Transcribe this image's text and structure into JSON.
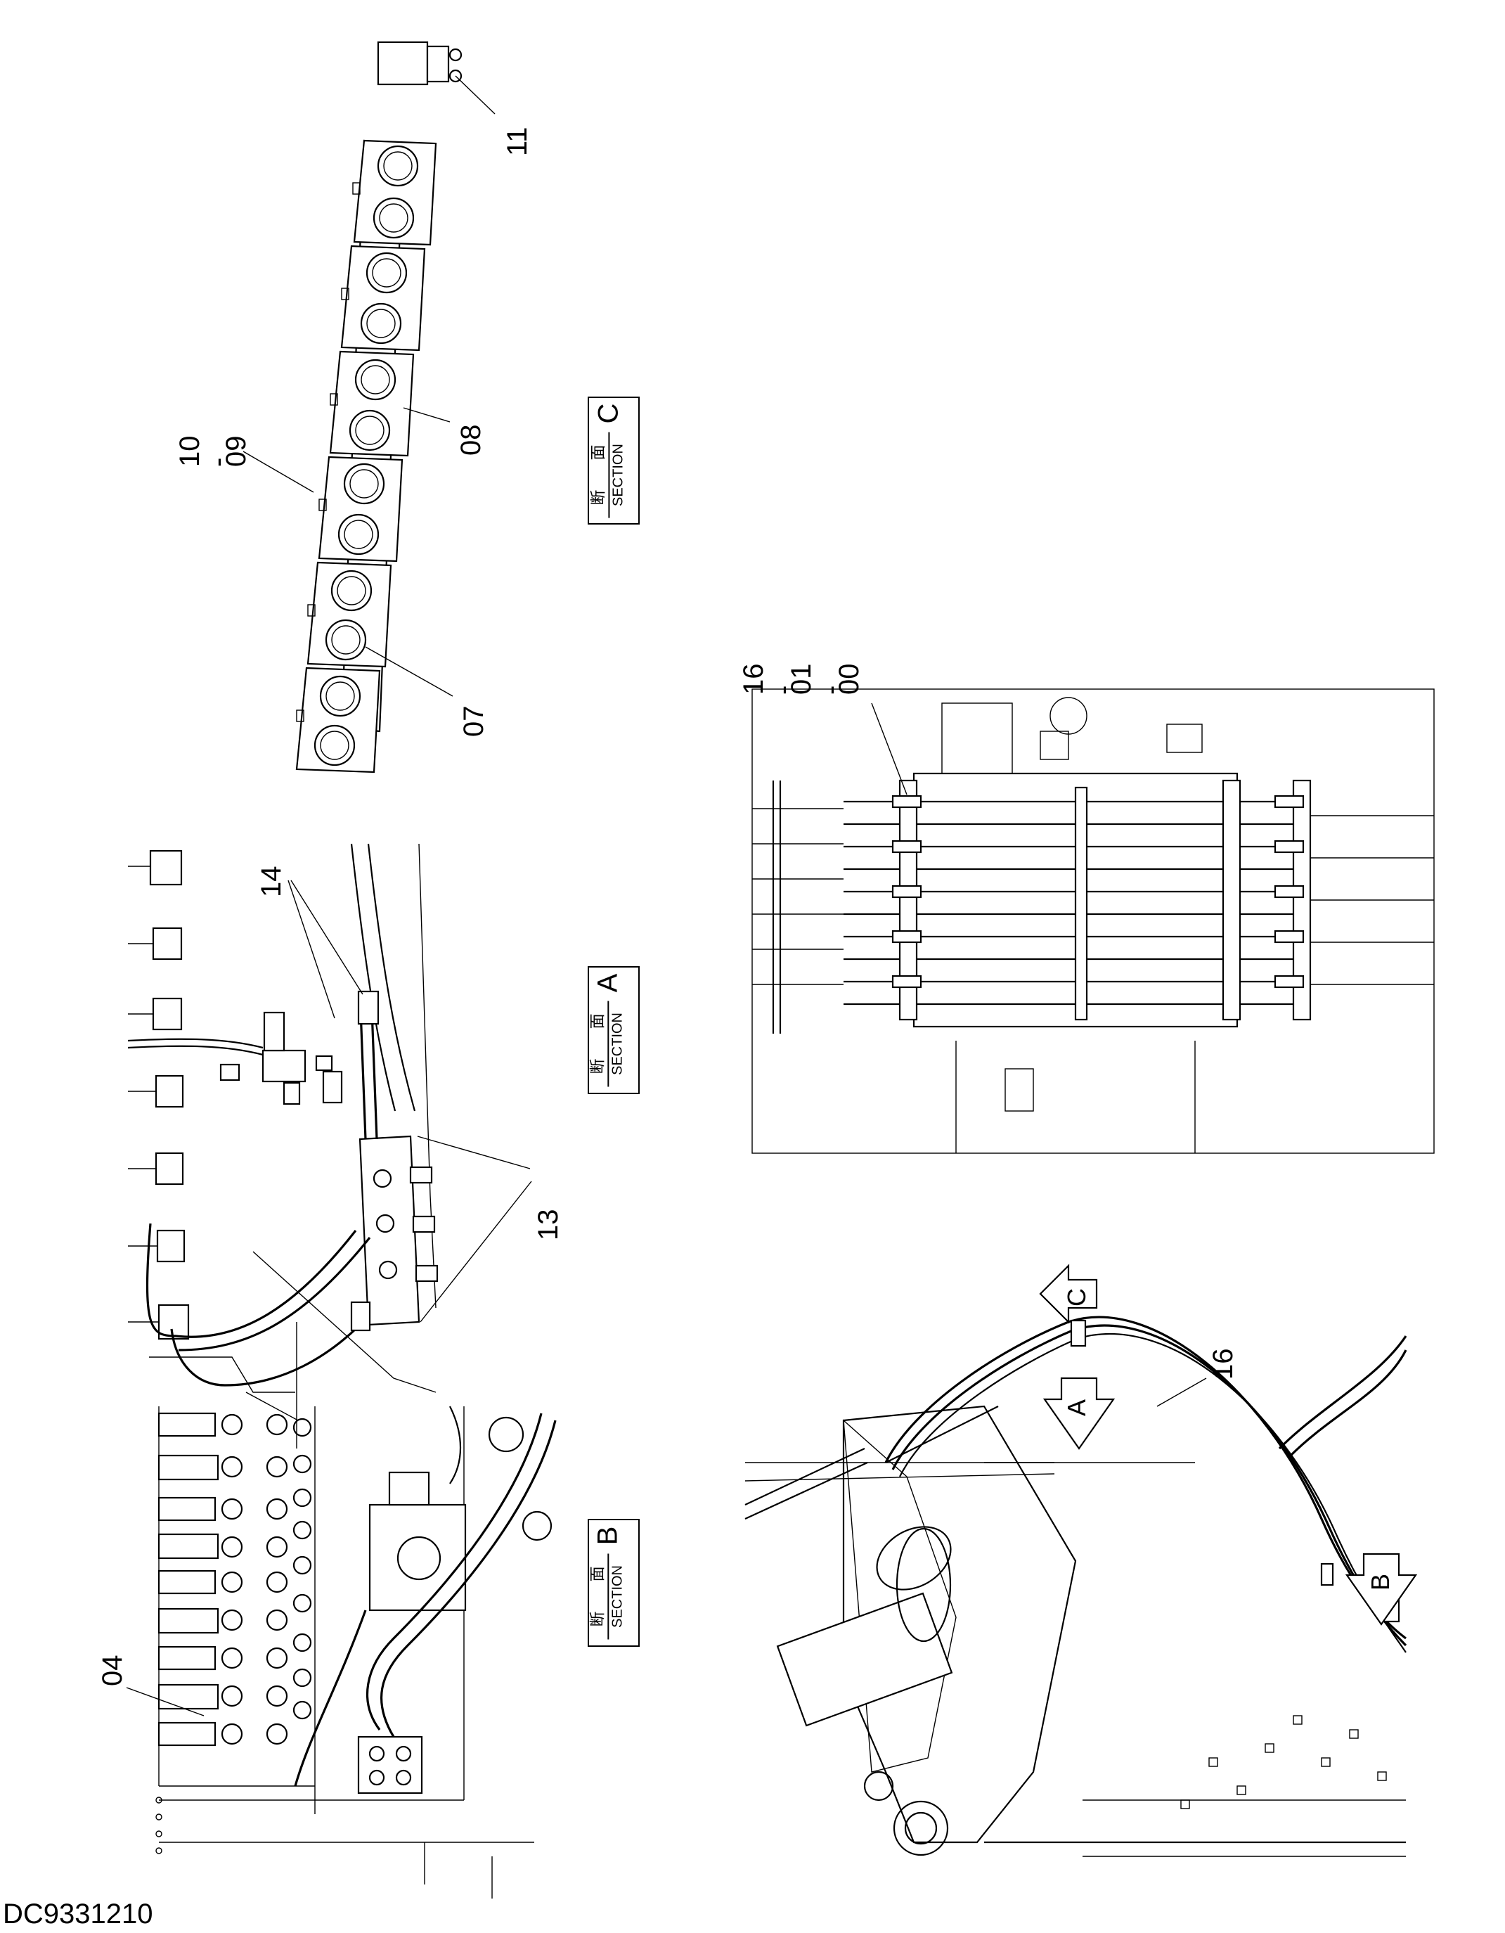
{
  "drawing_number": "DC9331210",
  "sections": {
    "A": {
      "kanji": "断 面",
      "word": "SECTION",
      "letter": "A"
    },
    "B": {
      "kanji": "断 面",
      "word": "SECTION",
      "letter": "B"
    },
    "C": {
      "kanji": "断 面",
      "word": "SECTION",
      "letter": "C"
    }
  },
  "callouts": {
    "c04": "04",
    "c07": "07",
    "c08": "08",
    "c09": "09",
    "c10": "10",
    "c11": "11",
    "c13": "13",
    "c14": "14",
    "c16_main": "16",
    "c16_stack": "16",
    "c01": "01",
    "c00": "00",
    "dash_a": "-",
    "dash_b": "-",
    "dash_c": "-"
  },
  "view_arrows": {
    "A": "A",
    "B": "B",
    "C": "C"
  }
}
